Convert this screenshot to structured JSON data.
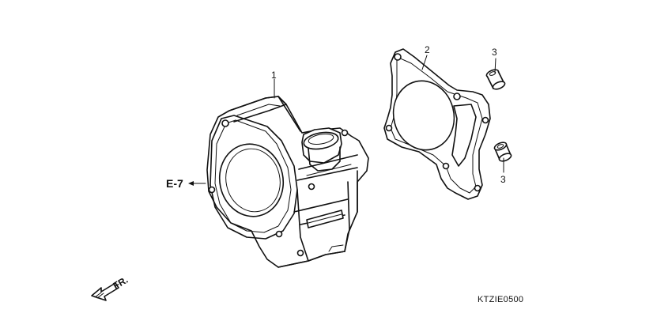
{
  "callouts": {
    "part_1": "1",
    "part_2": "2",
    "part_3_top": "3",
    "part_3_bottom": "3"
  },
  "reference": {
    "label": "E-7"
  },
  "direction": {
    "label": "FR."
  },
  "diagram_code": "KTZIE0500"
}
